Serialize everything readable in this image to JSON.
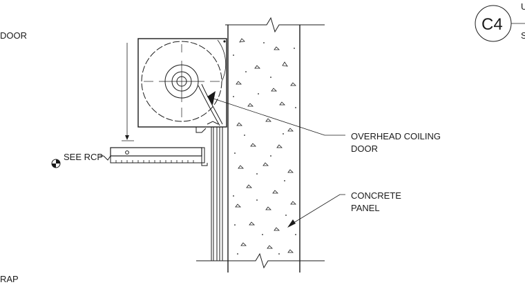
{
  "labels": {
    "left_top": "DOOR",
    "left_bottom": "RAP",
    "see_rcp": "SEE RCP",
    "overhead_line1": "OVERHEAD COILING",
    "overhead_line2": "DOOR",
    "concrete_line1": "CONCRETE",
    "concrete_line2": "PANEL"
  },
  "detail_tag": {
    "id": "C4",
    "top_letter": "U",
    "bottom_letter": "S"
  }
}
